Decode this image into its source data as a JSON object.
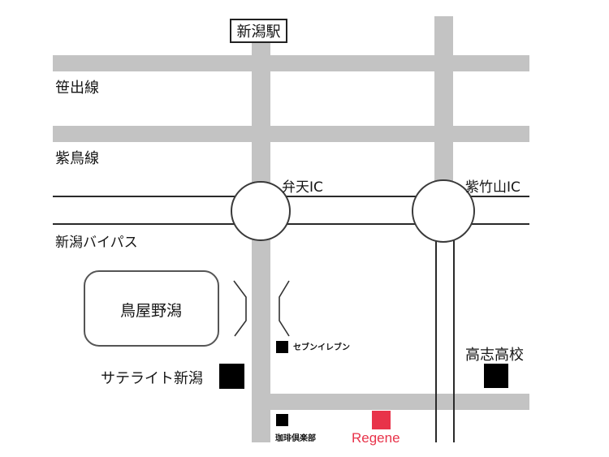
{
  "map": {
    "station": {
      "label": "新潟駅"
    },
    "roads": {
      "sasade": {
        "label": "笹出線"
      },
      "shitori": {
        "label": "紫鳥線"
      },
      "bypass": {
        "label": "新潟バイパス"
      }
    },
    "interchanges": [
      {
        "label": "弁天IC"
      },
      {
        "label": "紫竹山IC"
      }
    ],
    "lake": {
      "label": "鳥屋野潟"
    },
    "landmarks": {
      "seven_eleven": {
        "label": "セブンイレブン"
      },
      "satellite": {
        "label": "サテライト新潟"
      },
      "koshi_high": {
        "label": "高志高校"
      },
      "coffee_club": {
        "label": "珈琲倶楽部"
      },
      "regene": {
        "label": "Regene",
        "color": "#e8334a"
      }
    },
    "colors": {
      "road": "#c3c3c3",
      "line": "#2a2a2a",
      "marker": "#000000",
      "highlight": "#e8334a"
    }
  }
}
